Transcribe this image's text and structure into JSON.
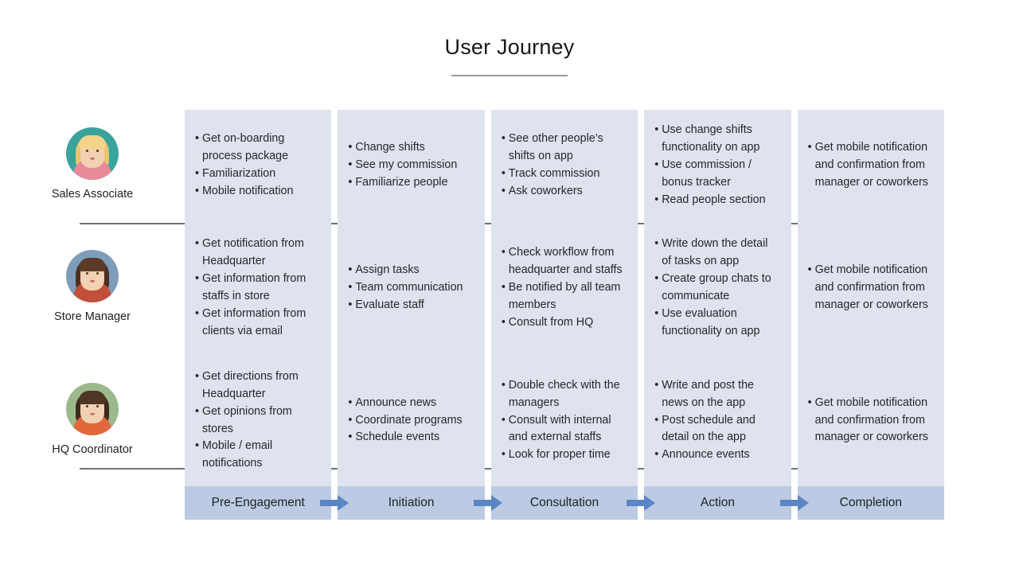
{
  "header": {
    "title": "User Journey"
  },
  "colors": {
    "cell_bg": "#dee3ee",
    "phase_bg": "#bccbe3",
    "arrow": "#5b86c4",
    "separator": "#6f7277",
    "avatar_1_bg": "#3aa39b",
    "avatar_2_bg": "#7f9dba",
    "avatar_3_bg": "#9cb98c"
  },
  "phases": [
    {
      "label": "Pre-Engagement"
    },
    {
      "label": "Initiation"
    },
    {
      "label": "Consultation"
    },
    {
      "label": "Action"
    },
    {
      "label": "Completion"
    }
  ],
  "rows": [
    {
      "persona": "Sales Associate",
      "avatar": {
        "bg": "#3aa39b",
        "hair": "#e8c473",
        "hair_top": "#f0d храм",
        "top": "#e88a9a"
      },
      "cells": [
        [
          "Get on-boarding process package",
          "Familiarization",
          "Mobile notification"
        ],
        [
          "Change shifts",
          "See my commission",
          "Familiarize people"
        ],
        [
          "See other people’s shifts on app",
          "Track commission",
          "Ask coworkers"
        ],
        [
          "Use change shifts functionality on app",
          "Use commission / bonus tracker",
          "Read people section"
        ],
        [
          "Get mobile notification and confirmation from manager or coworkers"
        ]
      ]
    },
    {
      "persona": "Store Manager",
      "avatar": {
        "bg": "#7f9dba",
        "hair": "#4a2f22",
        "top": "#c0503c"
      },
      "cells": [
        [
          "Get notification from Headquarter",
          "Get information from staffs in store",
          "Get information from clients via email"
        ],
        [
          "Assign tasks",
          "Team communication",
          "Evaluate staff"
        ],
        [
          "Check workflow from headquarter and staffs",
          "Be notified by all team members",
          "Consult from HQ"
        ],
        [
          "Write down the detail of tasks on app",
          "Create group chats to communicate",
          "Use evaluation functionality on app"
        ],
        [
          "Get mobile notification and confirmation from manager or coworkers"
        ]
      ]
    },
    {
      "persona": "HQ Coordinator",
      "avatar": {
        "bg": "#9cb98c",
        "hair": "#3d2a1e",
        "top": "#e0683c"
      },
      "cells": [
        [
          "Get directions from Headquarter",
          "Get opinions from stores",
          "Mobile / email notifications"
        ],
        [
          "Announce news",
          "Coordinate programs",
          "Schedule events"
        ],
        [
          "Double check with the managers",
          "Consult with internal and external staffs",
          "Look for proper time"
        ],
        [
          "Write and post the news on the app",
          "Post schedule and detail on the app",
          "Announce events"
        ],
        [
          "Get mobile notification and confirmation from manager or coworkers"
        ]
      ]
    }
  ]
}
